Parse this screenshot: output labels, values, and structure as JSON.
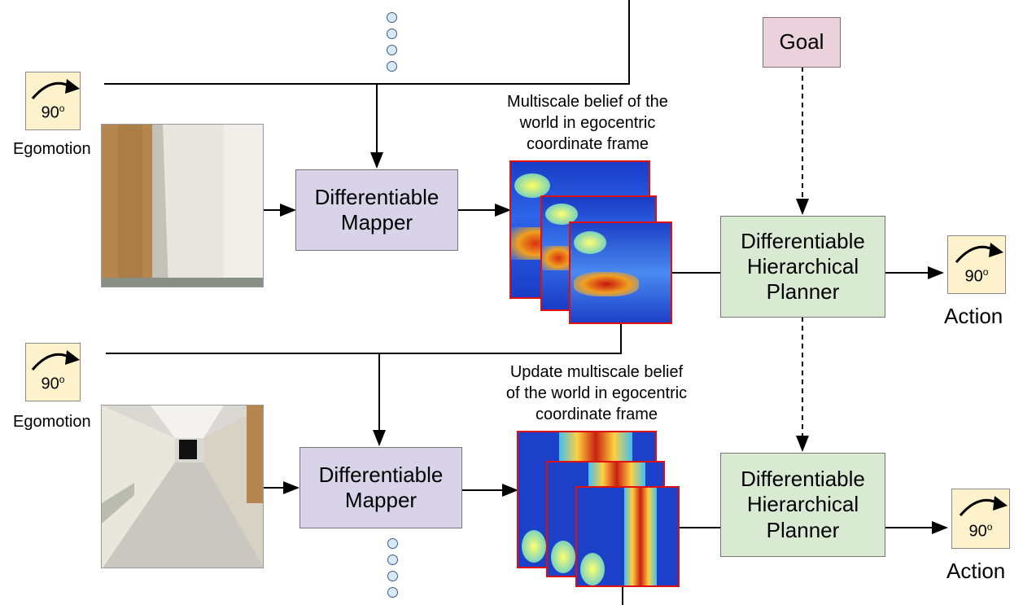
{
  "top": {
    "egomotion": {
      "angle": "90",
      "unit": "o",
      "label": "Egomotion"
    },
    "mapper_label": [
      "Differentiable",
      "Mapper"
    ],
    "belief_caption": [
      "Multiscale belief of the",
      "world in egocentric",
      "coordinate frame"
    ],
    "planner_label": [
      "Differentiable",
      "Hierarchical",
      "Planner"
    ],
    "action": {
      "angle": "90",
      "unit": "o",
      "label": "Action"
    }
  },
  "goal_label": "Goal",
  "bottom": {
    "egomotion": {
      "angle": "90",
      "unit": "o",
      "label": "Egomotion"
    },
    "mapper_label": [
      "Differentiable",
      "Mapper"
    ],
    "belief_caption": [
      "Update multiscale belief",
      "of the world in egocentric",
      "coordinate frame"
    ],
    "planner_label": [
      "Differentiable",
      "Hierarchical",
      "Planner"
    ],
    "action": {
      "angle": "90",
      "unit": "o",
      "label": "Action"
    }
  },
  "colors": {
    "mapper": "#d9d3ea",
    "planner": "#d9ead3",
    "goal": "#ead1dc",
    "rotation_box": "#fdf2cc",
    "map_border": "#e01010"
  },
  "icons": [
    "rotate-arrow-icon",
    "ellipsis-dots-icon"
  ]
}
